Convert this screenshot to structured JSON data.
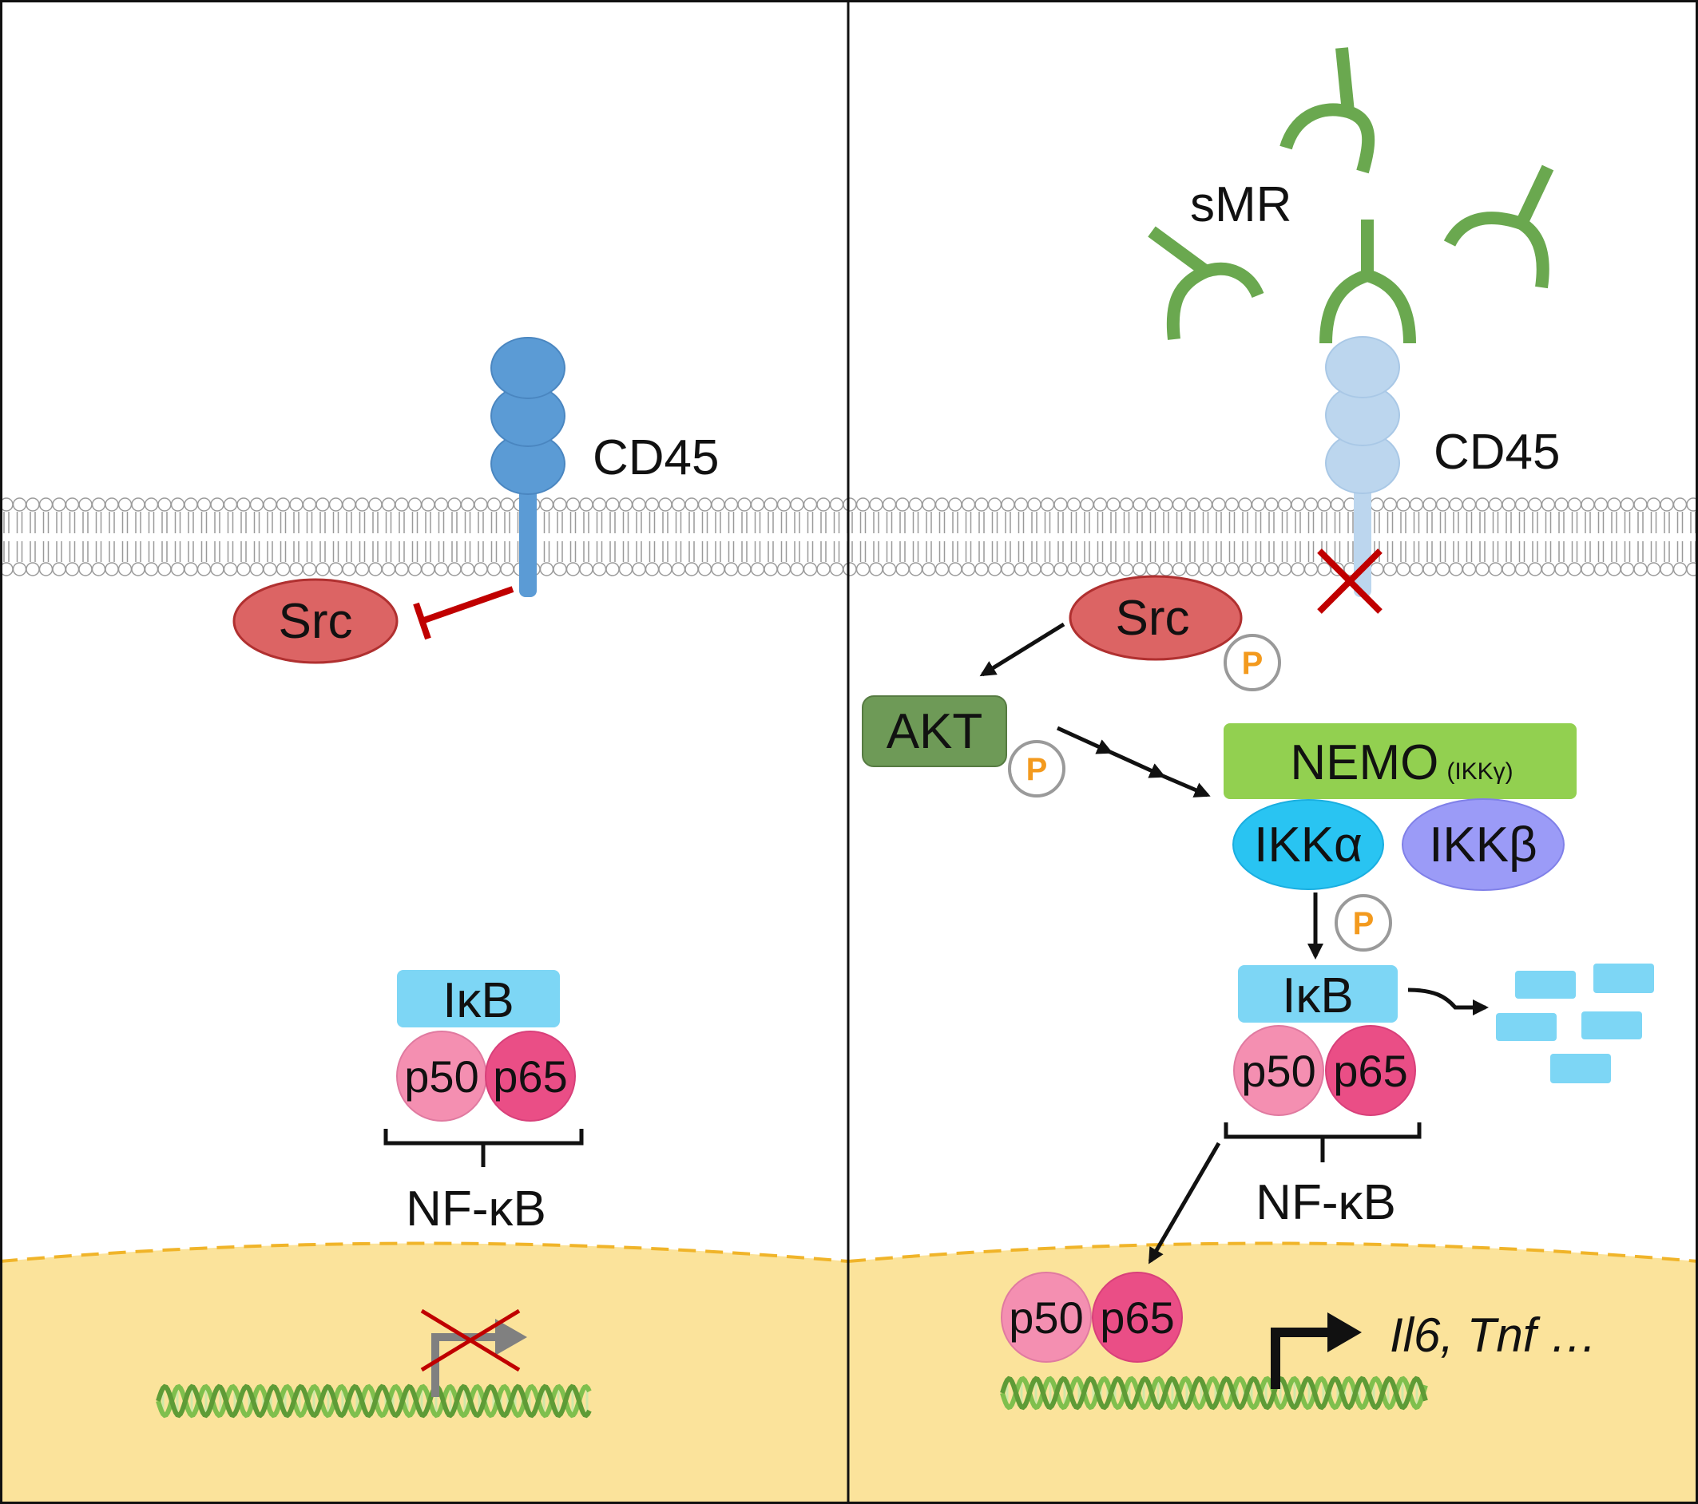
{
  "colors": {
    "membrane": "#9a9a9a",
    "cd45_active": "#5b9bd5",
    "cd45_blocked": "#bcd6ee",
    "src": "#dc6464",
    "inhibit": "#c00000",
    "akt": "#6e9a57",
    "nemo": "#92d050",
    "ikk_alpha": "#29c4f2",
    "ikk_beta": "#9b9bf7",
    "ikb": "#7dd6f5",
    "p50": "#f48fb1",
    "p65": "#ea4e86",
    "phospho": "#f39a1e",
    "nucleus": "#fbe39b",
    "smr": "#6aa84f",
    "dna": "#7fbf4d"
  },
  "left_panel": {
    "receptor": "CD45",
    "kinase": "Src",
    "inhibitor": "IκB",
    "subunit_a": "p50",
    "subunit_b": "p65",
    "complex": "NF-κB",
    "icons": [
      "inhibition-bar-icon",
      "blocked-transcription-icon",
      "dna-helix-icon"
    ]
  },
  "right_panel": {
    "ligand": "sMR",
    "receptor": "CD45",
    "kinase": "Src",
    "akt": "AKT",
    "nemo": "NEMO",
    "nemo_sub": "(IKKγ)",
    "ikk_alpha": "IKKα",
    "ikk_beta": "IKKβ",
    "inhibitor": "IκB",
    "subunit_a": "p50",
    "subunit_b": "p65",
    "complex": "NF-κB",
    "nuclear_a": "p50",
    "nuclear_b": "p65",
    "genes": "Il6, Tnf …",
    "phospho": "P",
    "icons": [
      "blocked-x-icon",
      "degraded-ikb-fragments-icon",
      "transcription-arrow-icon",
      "dna-helix-icon"
    ]
  }
}
